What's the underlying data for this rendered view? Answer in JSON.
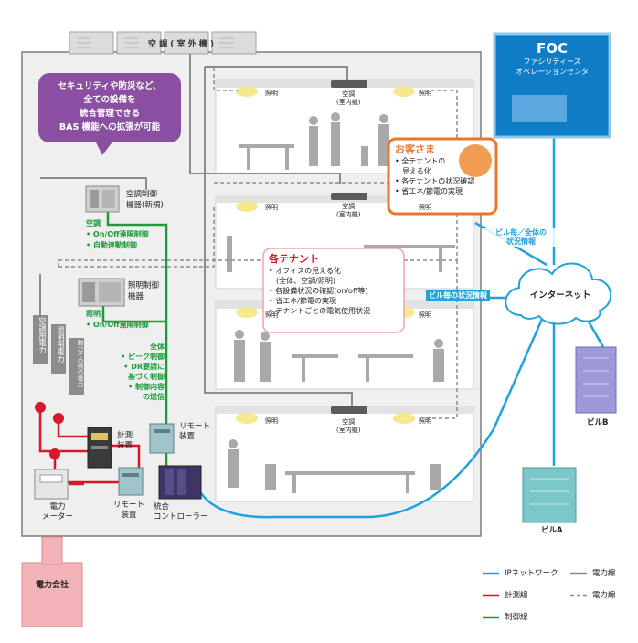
{
  "outdoor_units_label": "空 調 ( 室 外 機 )",
  "bas_callout": [
    "セキュリティや防災など、",
    "全ての設備を",
    "統合管理できる",
    "BAS 機能への拡張が可能"
  ],
  "foc": {
    "title": "FOC",
    "sub1": "ファシリティーズ",
    "sub2": "オペレーションセンタ"
  },
  "customer": {
    "title": "お客さま",
    "items": [
      "全テナントの",
      "見える化",
      "各テナントの状況確認",
      "省エネ/節電の実現"
    ]
  },
  "tenant": {
    "title": "各テナント",
    "items": [
      "オフィスの見える化",
      "(全体、空調/照明)",
      "各設備状況の確認(on/off等)",
      "省エネ/節電の実現",
      "テナントごとの電気使用状況"
    ]
  },
  "floor_labels": {
    "light": "照明",
    "ac_line1": "空調",
    "ac_line2": "(室内機)"
  },
  "hvac_ctrl": {
    "name_line1": "空調制御",
    "name_line2": "機器(新規)",
    "group": "空調",
    "items": [
      "On/Off遠隔制御",
      "自動連動制御"
    ]
  },
  "light_ctrl": {
    "name_line1": "照明制御",
    "name_line2": "機器",
    "group": "照明",
    "items": [
      "On/Off遠隔制御"
    ]
  },
  "overall": {
    "group": "全体",
    "items": [
      "ピーク制御",
      "DR要請に",
      "基づく制御",
      "制御内容",
      "の送信"
    ]
  },
  "power_labels": {
    "hvac": "空調用電力",
    "light": "照明用電力",
    "other": "動力その他の電力"
  },
  "devices": {
    "meter_unit": [
      "計測",
      "装置"
    ],
    "remote_top": [
      "リモート",
      "装置"
    ],
    "remote_bottom": [
      "リモート",
      "装置"
    ],
    "controller": [
      "統合",
      "コントローラー"
    ],
    "power_meter": [
      "電力",
      "メーター"
    ],
    "utility": "電力会社"
  },
  "network": {
    "internet": "インターネット",
    "per_building": [
      "ビル毎／全体の",
      "状況情報"
    ],
    "per_building_status": "ビル毎の状況情報"
  },
  "buildings": {
    "a": "ビルA",
    "b": "ビルB"
  },
  "legend": {
    "ip": "IPネットワーク",
    "power_solid": "電力線",
    "measure": "計測線",
    "power_dashed": "電力線",
    "control": "制御線"
  },
  "colors": {
    "ip": "#1fa3dc",
    "measure": "#d7182a",
    "control": "#1a9b3c",
    "power": "#8c8c8c",
    "callout": "#8a4fa0",
    "customer": "#e8762b",
    "tenant_title": "#d7182a",
    "foc": "#0f7cc7"
  }
}
